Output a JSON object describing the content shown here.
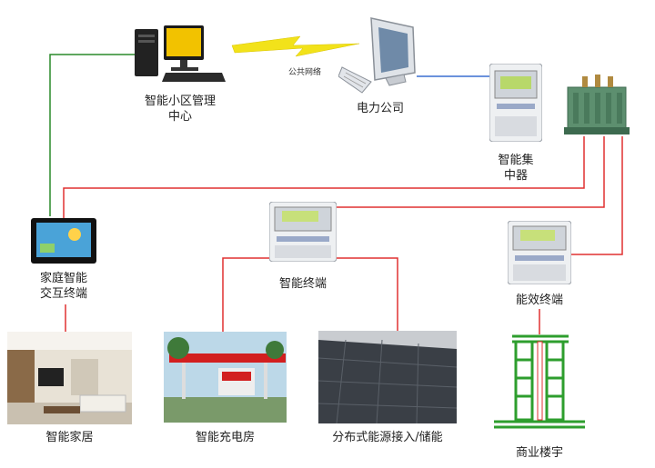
{
  "labels": {
    "mgmt_line1": "智能小区管理",
    "mgmt_line2": "中心",
    "public_network": "公共网络",
    "power_company": "电力公司",
    "concentrator_line1": "智能集",
    "concentrator_line2": "中器",
    "home_terminal_line1": "家庭智能",
    "home_terminal_line2": "交互终端",
    "smart_terminal": "智能终端",
    "efficiency_terminal": "能效终端",
    "smart_home": "智能家居",
    "charging_station": "智能充电房",
    "distributed_energy": "分布式能源接入/储能",
    "commercial_building": "商业楼宇"
  },
  "colors": {
    "power_line": "#e03030",
    "comm_line": "#2a8a2a",
    "network_line": "#3a6fd0",
    "lightning": "#f2e21a",
    "building": "#2e9e2e"
  },
  "icons": {
    "computer": "desktop-computer-icon",
    "monitor": "crt-monitor-icon",
    "meter": "smart-meter-icon",
    "transformer": "transformer-icon"
  }
}
